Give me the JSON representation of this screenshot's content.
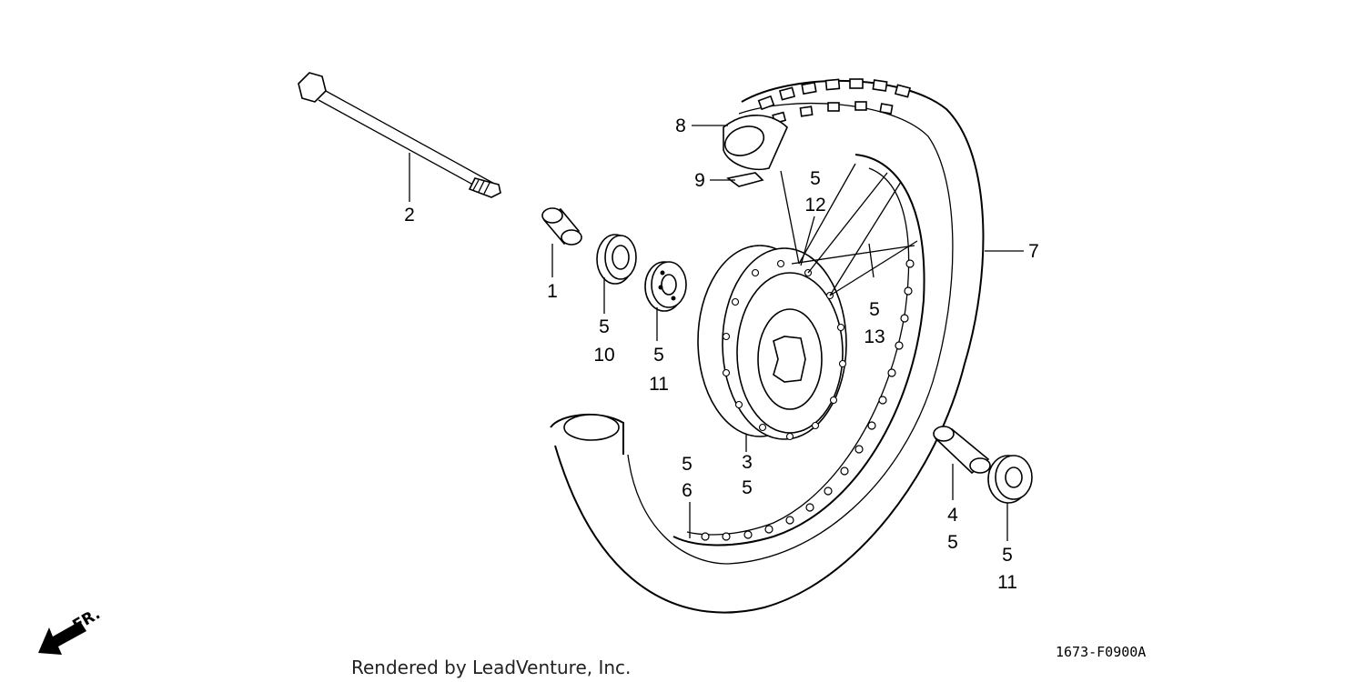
{
  "callouts": {
    "p1": "1",
    "p2": "2",
    "p3a": "3",
    "p3b": "5",
    "p4a": "4",
    "p4b": "5",
    "p5_10a": "5",
    "p5_10b": "10",
    "p5_11a": "5",
    "p5_11b": "11",
    "p5_6a": "5",
    "p5_6b": "6",
    "p5_12a": "5",
    "p5_12b": "12",
    "p5_13a": "5",
    "p5_13b": "13",
    "p5_11r_a": "5",
    "p5_11r_b": "11",
    "p7": "7",
    "p8": "8",
    "p9": "9"
  },
  "front_label": "FR.",
  "diagram_code": "1673-F0900A",
  "credit": "Rendered by LeadVenture, Inc."
}
